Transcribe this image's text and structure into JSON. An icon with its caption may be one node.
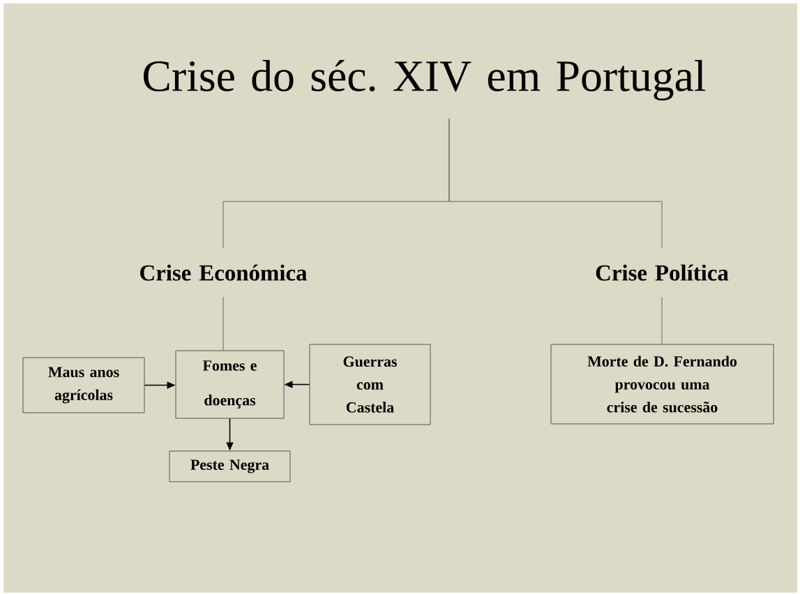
{
  "diagram": {
    "nodes": [
      {
        "text": [
          "Crise do séc. XIV em Portugal"
        ]
      },
      {
        "text": [
          "Crise Económica"
        ]
      },
      {
        "text": [
          "Crise Política"
        ]
      },
      {
        "text": [
          "Maus anos agrícolas"
        ]
      },
      {
        "text": [
          "Fomes e doenças"
        ]
      },
      {
        "text": [
          "Guerras com Castela"
        ]
      },
      {
        "text": [
          "Peste Negra"
        ]
      },
      {
        "text": [
          "Morte de D. Fernando provocou uma crise de sucessão"
        ]
      }
    ],
    "edges": [
      {
        "from": 0,
        "to": 1,
        "arrow": "none"
      },
      {
        "from": 0,
        "to": 2,
        "arrow": "none"
      },
      {
        "from": 1,
        "to": 4,
        "arrow": "none"
      },
      {
        "from": 3,
        "to": 4,
        "arrow": "to",
        "color": "#000000"
      },
      {
        "from": 5,
        "to": 4,
        "arrow": "to",
        "color": "#000000"
      },
      {
        "from": 4,
        "to": 6,
        "arrow": "to",
        "color": "#000000"
      },
      {
        "from": 2,
        "to": 7,
        "arrow": "none"
      }
    ]
  }
}
